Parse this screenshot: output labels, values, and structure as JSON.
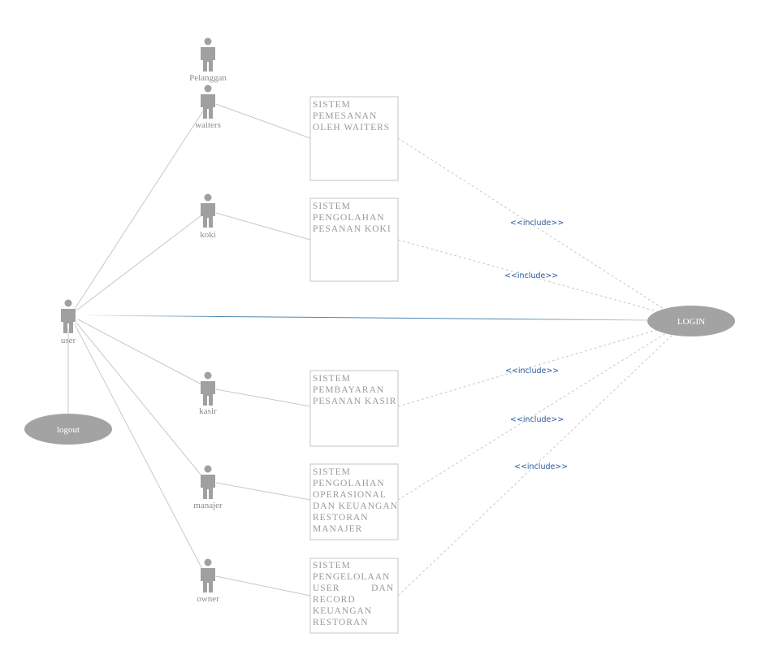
{
  "actors": {
    "pelanggan": "Pelanggan",
    "waiters": "waiters",
    "koki": "koki",
    "user": "user",
    "kasir": "kasir",
    "manajer": "manajer",
    "owner": "owner"
  },
  "use_cases": {
    "waiters": [
      "SISTEM",
      "PEMESANAN",
      "OLEH WAITERS"
    ],
    "koki": [
      "SISTEM",
      "PENGOLAHAN",
      "PESANAN KOKI"
    ],
    "kasir": [
      "SISTEM",
      "PEMBAYARAN",
      "PESANAN KASIR"
    ],
    "manajer": [
      "SISTEM",
      "PENGOLAHAN",
      "OPERASIONAL",
      "DAN KEUANGAN",
      "RESTORAN",
      "MANAJER"
    ],
    "owner": [
      "SISTEM",
      "PENGELOLAAN",
      "USER          DAN",
      "RECORD",
      "KEUANGAN",
      "RESTORAN"
    ]
  },
  "ellipses": {
    "login": "LOGIN",
    "logout": "logout"
  },
  "include_label": "<<include>>",
  "colors": {
    "actor": "#a0a0a0",
    "ellipse": "#a3a3a3",
    "line": "#c8c8c8",
    "login_line": "#4f86b0",
    "include_text": "#2a5a9a"
  }
}
